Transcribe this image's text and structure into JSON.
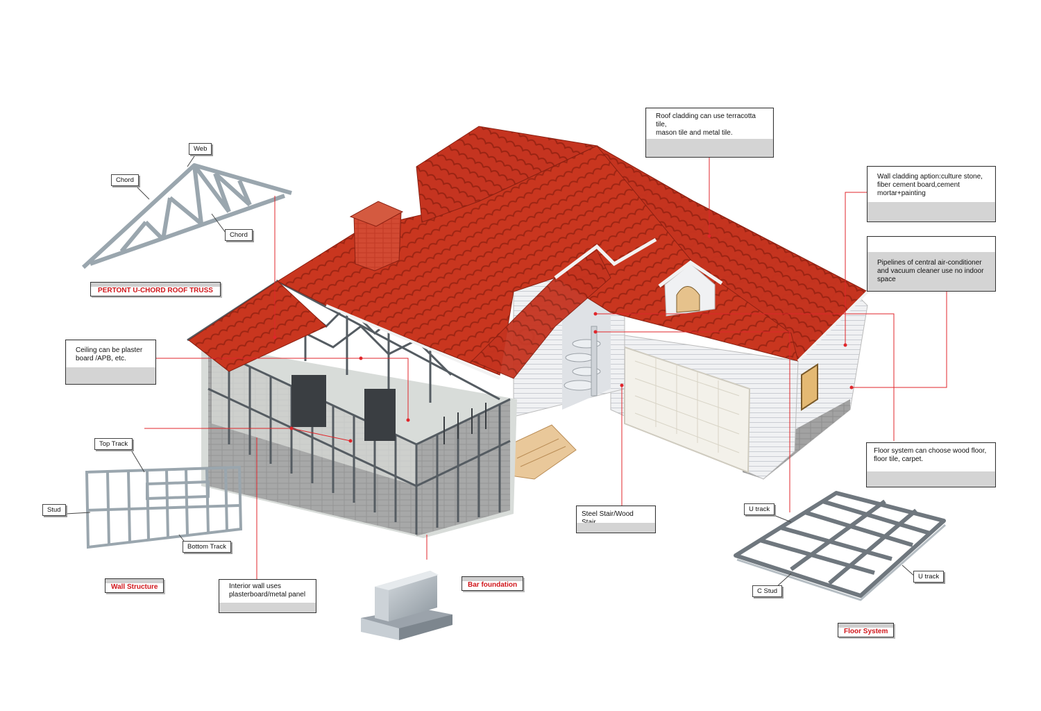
{
  "labels": {
    "roof_cladding": "Roof cladding can use terracotta tile,\nmason tile and metal tile.",
    "wall_cladding": "Wall cladding aption:culture stone,\nfiber cement board,cement\nmortar+painting",
    "pipelines": "Pipelines of central air-conditioner\nand vacuum cleaner use no indoor\nspace",
    "ceiling": "Ceiling can be plaster\nboard /APB, etc.",
    "floor_choice": "Floor system can choose wood floor,\nfloor tile, carpet.",
    "stair": "Steel Stair/Wood Stair",
    "interior_wall": "Interior wall uses\nplasterboard/metal panel"
  },
  "truss": {
    "title": "PERTONT U-CHORD ROOF TRUSS",
    "web": "Web",
    "chord_top": "Chord",
    "chord_bottom": "Chord"
  },
  "wall": {
    "title": "Wall Structure",
    "top_track": "Top Track",
    "stud": "Stud",
    "bottom_track": "Bottom Track"
  },
  "foundation": {
    "title": "Bar foundation"
  },
  "floor": {
    "title": "Floor System",
    "u_track_top": "U track",
    "u_track_right": "U track",
    "c_stud": "C Stud"
  },
  "colors": {
    "roof": "#c9361f",
    "roof_dark": "#9e2614",
    "siding": "#eeeff1",
    "steel": "#a9b3bb",
    "leader": "#e0262b",
    "accent_text": "#d0161b"
  }
}
